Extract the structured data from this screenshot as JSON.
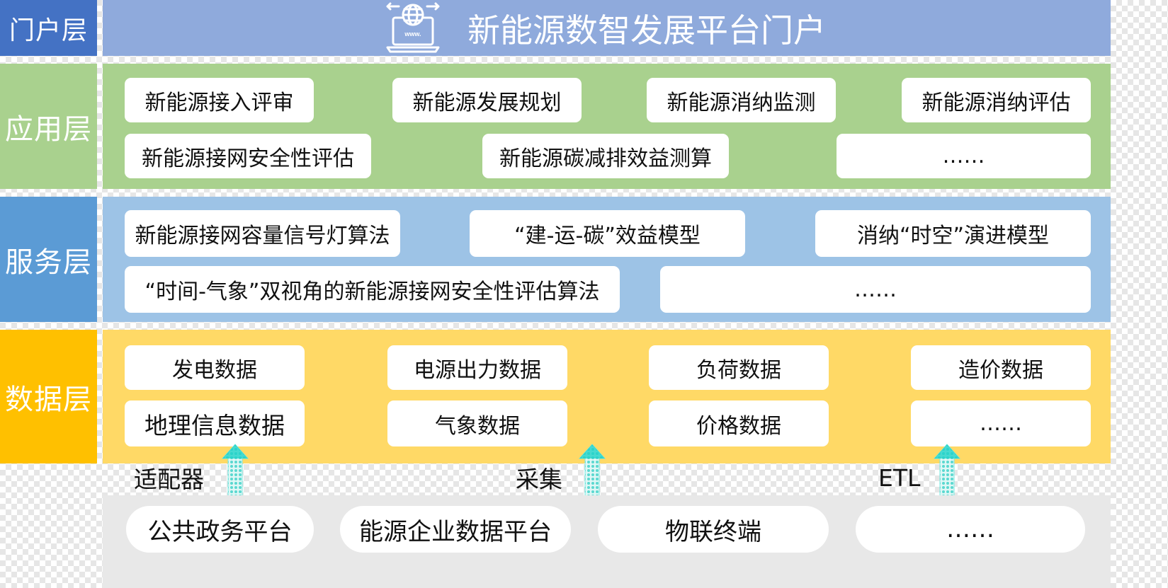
{
  "portal": {
    "label": "门户层",
    "title": "新能源数智发展平台门户",
    "icon": "web-laptop-icon"
  },
  "app": {
    "label": "应用层",
    "items": [
      "新能源接入评审",
      "新能源发展规划",
      "新能源消纳监测",
      "新能源消纳评估",
      "新能源接网安全性评估",
      "新能源碳减排效益测算",
      "……"
    ]
  },
  "service": {
    "label": "服务层",
    "items": [
      "新能源接网容量信号灯算法",
      "“建-运-碳”效益模型",
      "消纳“时空”演进模型",
      "“时间-气象”双视角的新能源接网安全性评估算法",
      "……"
    ]
  },
  "data": {
    "label": "数据层",
    "items": [
      "发电数据",
      "电源出力数据",
      "负荷数据",
      "造价数据",
      "地理信息数据",
      "气象数据",
      "价格数据",
      "……"
    ]
  },
  "connectors": {
    "items": [
      "适配器",
      "采集",
      "ETL"
    ],
    "icon": "upload-arrow-icon"
  },
  "sources": {
    "items": [
      "公共政务平台",
      "能源企业数据平台",
      "物联终端",
      "……"
    ]
  },
  "colors": {
    "portal_label": "#4472C4",
    "portal_band": "#8FAADC",
    "app_label": "#A9D18E",
    "app_band": "#A9D18E",
    "service_label": "#5B9BD5",
    "service_band": "#9DC3E6",
    "data_label": "#FFC000",
    "data_band": "#FFD966",
    "source_band": "#E8E8E8",
    "arrow": "#1FD2C8"
  }
}
